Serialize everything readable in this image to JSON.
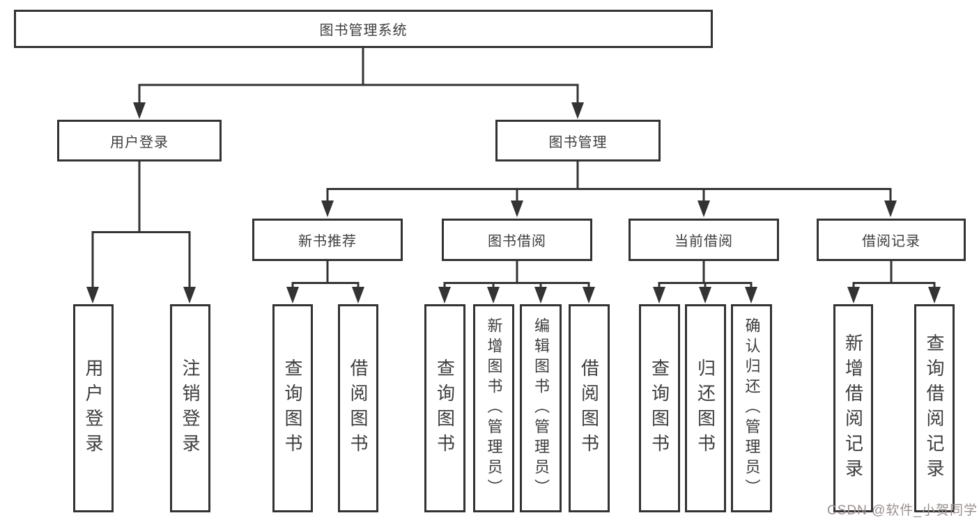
{
  "tree": {
    "root": "图书管理系统",
    "user_login": {
      "label": "用户登录",
      "children": [
        "用户登录",
        "注销登录"
      ]
    },
    "book_mgmt": {
      "label": "图书管理",
      "children": {
        "new_book": {
          "label": "新书推荐",
          "children": [
            "查询图书",
            "借阅图书"
          ]
        },
        "book_borrow": {
          "label": "图书借阅",
          "children": [
            "查询图书",
            "新增图书（管理员）",
            "编辑图书（管理员）",
            "借阅图书"
          ]
        },
        "current_borrow": {
          "label": "当前借阅",
          "children": [
            "查询图书",
            "归还图书",
            "确认归还（管理员）"
          ]
        },
        "borrow_records": {
          "label": "借阅记录",
          "children": [
            "新增借阅记录",
            "查询借阅记录"
          ]
        }
      }
    }
  },
  "watermark": {
    "text": "CSDN @软件_小贺同学"
  },
  "colors": {
    "line": "#333333",
    "box_border": "#323232",
    "text": "#3d3d3d",
    "watermark": "#9b8f8f",
    "background": "#ffffff"
  }
}
